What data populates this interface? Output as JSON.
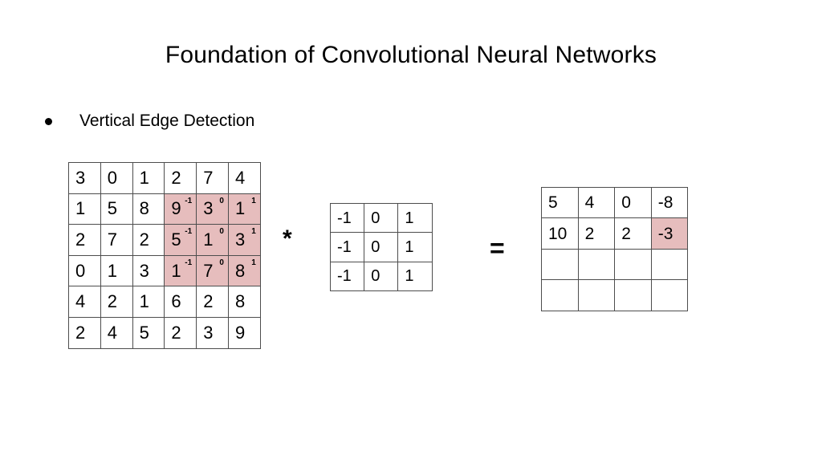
{
  "slide": {
    "title": "Foundation of Convolutional Neural Networks",
    "bullet_label": "Vertical Edge Detection",
    "bullet_icon": "bullet-dot-icon"
  },
  "colors": {
    "highlight": "#e6bdbd",
    "grid_line": "#4d4d4d",
    "text": "#000000",
    "background": "#ffffff"
  },
  "operators": {
    "convolve": "*",
    "equals": "="
  },
  "input_matrix": {
    "name": "input-image-matrix",
    "rows": 6,
    "cols": 6,
    "values": [
      [
        "3",
        "0",
        "1",
        "2",
        "7",
        "4"
      ],
      [
        "1",
        "5",
        "8",
        "9",
        "3",
        "1"
      ],
      [
        "2",
        "7",
        "2",
        "5",
        "1",
        "3"
      ],
      [
        "0",
        "1",
        "3",
        "1",
        "7",
        "8"
      ],
      [
        "4",
        "2",
        "1",
        "6",
        "2",
        "8"
      ],
      [
        "2",
        "4",
        "5",
        "2",
        "3",
        "9"
      ]
    ],
    "superscripts": [
      [
        "",
        "",
        "",
        "",
        "",
        ""
      ],
      [
        "",
        "",
        "",
        "-1",
        "0",
        "1"
      ],
      [
        "",
        "",
        "",
        "-1",
        "0",
        "1"
      ],
      [
        "",
        "",
        "",
        "-1",
        "0",
        "1"
      ],
      [
        "",
        "",
        "",
        "",
        "",
        ""
      ],
      [
        "",
        "",
        "",
        "",
        "",
        ""
      ]
    ],
    "highlighted": [
      [
        false,
        false,
        false,
        false,
        false,
        false
      ],
      [
        false,
        false,
        false,
        true,
        true,
        true
      ],
      [
        false,
        false,
        false,
        true,
        true,
        true
      ],
      [
        false,
        false,
        false,
        true,
        true,
        true
      ],
      [
        false,
        false,
        false,
        false,
        false,
        false
      ],
      [
        false,
        false,
        false,
        false,
        false,
        false
      ]
    ]
  },
  "kernel_matrix": {
    "name": "vertical-edge-filter",
    "rows": 3,
    "cols": 3,
    "values": [
      [
        "-1",
        "0",
        "1"
      ],
      [
        "-1",
        "0",
        "1"
      ],
      [
        "-1",
        "0",
        "1"
      ]
    ],
    "highlighted": [
      [
        false,
        false,
        false
      ],
      [
        false,
        false,
        false
      ],
      [
        false,
        false,
        false
      ]
    ]
  },
  "output_matrix": {
    "name": "convolution-output-matrix",
    "rows": 4,
    "cols": 4,
    "values": [
      [
        "5",
        "4",
        "0",
        "-8"
      ],
      [
        "10",
        "2",
        "2",
        "-3"
      ],
      [
        "",
        "",
        "",
        ""
      ],
      [
        "",
        "",
        "",
        ""
      ]
    ],
    "highlighted": [
      [
        false,
        false,
        false,
        false
      ],
      [
        false,
        false,
        false,
        true
      ],
      [
        false,
        false,
        false,
        false
      ],
      [
        false,
        false,
        false,
        false
      ]
    ]
  }
}
